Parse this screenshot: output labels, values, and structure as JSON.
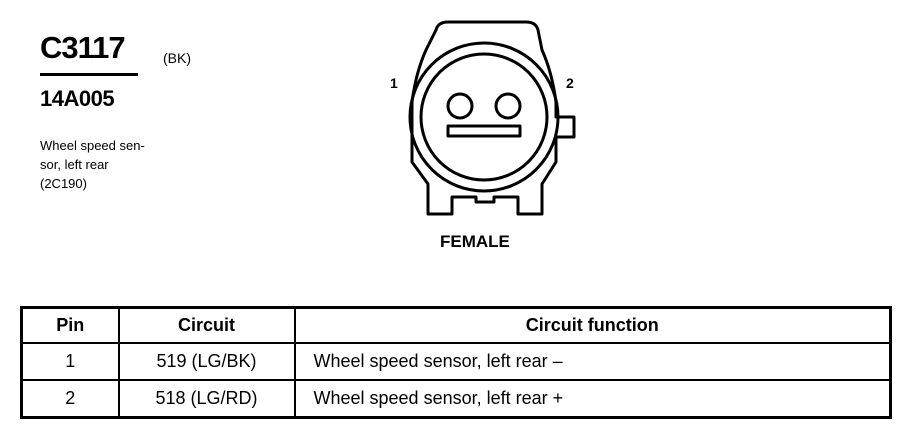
{
  "connector": {
    "id": "C3117",
    "color": "(BK)",
    "part_number": "14A005",
    "description_lines": [
      "Wheel speed sen-",
      "sor, left rear",
      "(2C190)"
    ],
    "gender": "FEMALE",
    "pin_labels": [
      "1",
      "2"
    ]
  },
  "table": {
    "headers": {
      "pin": "Pin",
      "circuit": "Circuit",
      "function": "Circuit function"
    },
    "rows": [
      {
        "pin": "1",
        "circuit": "519 (LG/BK)",
        "function": "Wheel speed sensor, left rear –"
      },
      {
        "pin": "2",
        "circuit": "518 (LG/RD)",
        "function": "Wheel speed sensor, left rear +"
      }
    ]
  }
}
